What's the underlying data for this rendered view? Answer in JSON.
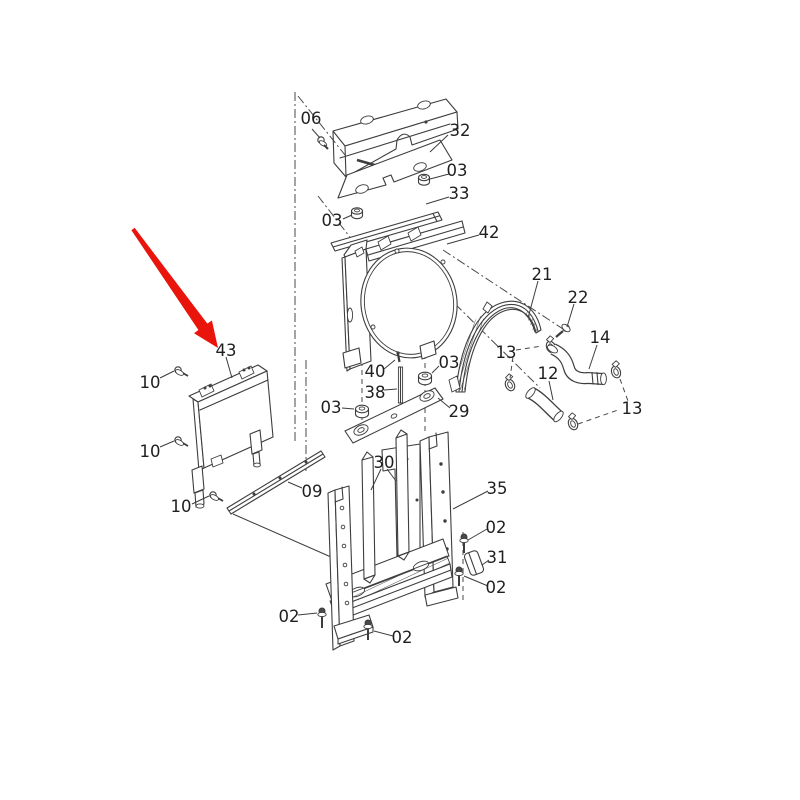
{
  "meta": {
    "type": "exploded-parts-diagram",
    "subject": "Radiator, oil cooler, hoses and mounting frame assembly",
    "background_color": "#ffffff",
    "line_color": "#3d3d3d",
    "label_color": "#1f1f1f"
  },
  "highlight_arrow": {
    "color": "#e9150d",
    "points_to_part": "43",
    "direction": "down-right"
  },
  "parts_visible": [
    "02",
    "03",
    "06",
    "09",
    "10",
    "12",
    "13",
    "14",
    "21",
    "22",
    "29",
    "30",
    "31",
    "32",
    "33",
    "35",
    "38",
    "40",
    "42",
    "43"
  ],
  "labels": [
    {
      "part": "06"
    },
    {
      "part": "32"
    },
    {
      "part": "03"
    },
    {
      "part": "33"
    },
    {
      "part": "03"
    },
    {
      "part": "42"
    },
    {
      "part": "21"
    },
    {
      "part": "22"
    },
    {
      "part": "14"
    },
    {
      "part": "13"
    },
    {
      "part": "12"
    },
    {
      "part": "13"
    },
    {
      "part": "03"
    },
    {
      "part": "40"
    },
    {
      "part": "38"
    },
    {
      "part": "03"
    },
    {
      "part": "29"
    },
    {
      "part": "43"
    },
    {
      "part": "10"
    },
    {
      "part": "10"
    },
    {
      "part": "10"
    },
    {
      "part": "09"
    },
    {
      "part": "30"
    },
    {
      "part": "35"
    },
    {
      "part": "02"
    },
    {
      "part": "31"
    },
    {
      "part": "02"
    },
    {
      "part": "02"
    },
    {
      "part": "02"
    }
  ]
}
